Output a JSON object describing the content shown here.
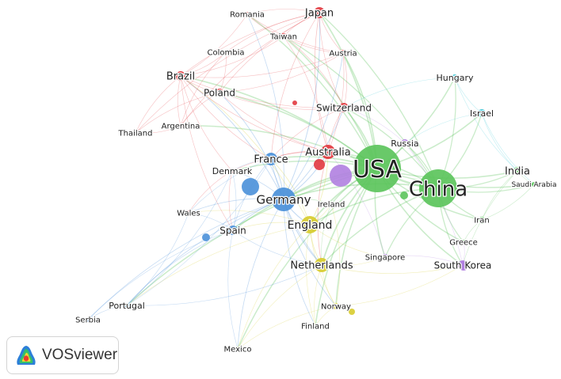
{
  "nodes": [
    {
      "label": "USA",
      "cluster": "green"
    },
    {
      "label": "China",
      "cluster": "green"
    },
    {
      "label": "India",
      "cluster": "green"
    },
    {
      "label": "Saudi Arabia",
      "cluster": "green"
    },
    {
      "label": "Iran",
      "cluster": "green"
    },
    {
      "label": "Greece",
      "cluster": "green"
    },
    {
      "label": "Ireland",
      "cluster": "green"
    },
    {
      "label": "Japan",
      "cluster": "red"
    },
    {
      "label": "Romania",
      "cluster": "red"
    },
    {
      "label": "Taiwan",
      "cluster": "red"
    },
    {
      "label": "Colombia",
      "cluster": "red"
    },
    {
      "label": "Austria",
      "cluster": "red"
    },
    {
      "label": "Brazil",
      "cluster": "red"
    },
    {
      "label": "Poland",
      "cluster": "red"
    },
    {
      "label": "Switzerland",
      "cluster": "red"
    },
    {
      "label": "Argentina",
      "cluster": "red"
    },
    {
      "label": "Thailand",
      "cluster": "red"
    },
    {
      "label": "Australia",
      "cluster": "red"
    },
    {
      "label": "Denmark",
      "cluster": "red"
    },
    {
      "label": "Wales",
      "cluster": "red"
    },
    {
      "label": "France",
      "cluster": "blue"
    },
    {
      "label": "Germany",
      "cluster": "blue"
    },
    {
      "label": "Spain",
      "cluster": "blue"
    },
    {
      "label": "Portugal",
      "cluster": "blue"
    },
    {
      "label": "Serbia",
      "cluster": "blue"
    },
    {
      "label": "England",
      "cluster": "yellow"
    },
    {
      "label": "Netherlands",
      "cluster": "yellow"
    },
    {
      "label": "Norway",
      "cluster": "yellow"
    },
    {
      "label": "Finland",
      "cluster": "yellow"
    },
    {
      "label": "Mexico",
      "cluster": "yellow"
    },
    {
      "label": "Russia",
      "cluster": "purple"
    },
    {
      "label": "Singapore",
      "cluster": "purple"
    },
    {
      "label": "South Korea",
      "cluster": "purple"
    },
    {
      "label": "Hungary",
      "cluster": "cyan"
    },
    {
      "label": "Israel",
      "cluster": "cyan"
    }
  ],
  "cluster_colors": {
    "green": "#5cc45c",
    "red": "#e2383f",
    "blue": "#4a90d9",
    "yellow": "#d8cc2e",
    "purple": "#b07fe0",
    "cyan": "#3cc8d8"
  },
  "links": [
    [
      "USA",
      "China"
    ],
    [
      "USA",
      "Germany"
    ],
    [
      "USA",
      "England"
    ],
    [
      "USA",
      "Japan"
    ],
    [
      "USA",
      "Australia"
    ],
    [
      "USA",
      "France"
    ],
    [
      "USA",
      "Netherlands"
    ],
    [
      "USA",
      "Switzerland"
    ],
    [
      "USA",
      "India"
    ],
    [
      "USA",
      "South Korea"
    ],
    [
      "USA",
      "Israel"
    ],
    [
      "USA",
      "Brazil"
    ],
    [
      "USA",
      "Spain"
    ],
    [
      "USA",
      "Hungary"
    ],
    [
      "USA",
      "Russia"
    ],
    [
      "USA",
      "Iran"
    ],
    [
      "USA",
      "Singapore"
    ],
    [
      "USA",
      "Austria"
    ],
    [
      "USA",
      "Poland"
    ],
    [
      "USA",
      "Norway"
    ],
    [
      "USA",
      "Taiwan"
    ],
    [
      "USA",
      "Saudi Arabia"
    ],
    [
      "USA",
      "Greece"
    ],
    [
      "USA",
      "Ireland"
    ],
    [
      "USA",
      "Denmark"
    ],
    [
      "USA",
      "Mexico"
    ],
    [
      "USA",
      "Finland"
    ],
    [
      "USA",
      "Portugal"
    ],
    [
      "USA",
      "Argentina"
    ],
    [
      "USA",
      "Romania"
    ],
    [
      "China",
      "India"
    ],
    [
      "China",
      "Saudi Arabia"
    ],
    [
      "China",
      "Iran"
    ],
    [
      "China",
      "Greece"
    ],
    [
      "China",
      "South Korea"
    ],
    [
      "China",
      "Israel"
    ],
    [
      "China",
      "Hungary"
    ],
    [
      "China",
      "Germany"
    ],
    [
      "China",
      "England"
    ],
    [
      "China",
      "Australia"
    ],
    [
      "China",
      "Russia"
    ],
    [
      "China",
      "Singapore"
    ],
    [
      "China",
      "Japan"
    ],
    [
      "China",
      "Netherlands"
    ],
    [
      "China",
      "Taiwan"
    ],
    [
      "China",
      "Switzerland"
    ],
    [
      "Germany",
      "France"
    ],
    [
      "Germany",
      "England"
    ],
    [
      "Germany",
      "Spain"
    ],
    [
      "Germany",
      "Netherlands"
    ],
    [
      "Germany",
      "Austria"
    ],
    [
      "Germany",
      "Switzerland"
    ],
    [
      "Germany",
      "Poland"
    ],
    [
      "Germany",
      "Brazil"
    ],
    [
      "Germany",
      "Japan"
    ],
    [
      "Germany",
      "Australia"
    ],
    [
      "Germany",
      "Denmark"
    ],
    [
      "Germany",
      "Portugal"
    ],
    [
      "Germany",
      "Norway"
    ],
    [
      "Germany",
      "Wales"
    ],
    [
      "Germany",
      "Serbia"
    ],
    [
      "Germany",
      "Finland"
    ],
    [
      "Germany",
      "Mexico"
    ],
    [
      "Germany",
      "Romania"
    ],
    [
      "England",
      "Netherlands"
    ],
    [
      "England",
      "Spain"
    ],
    [
      "England",
      "France"
    ],
    [
      "England",
      "Australia"
    ],
    [
      "England",
      "Norway"
    ],
    [
      "England",
      "Finland"
    ],
    [
      "England",
      "Mexico"
    ],
    [
      "England",
      "Ireland"
    ],
    [
      "England",
      "Wales"
    ],
    [
      "England",
      "Portugal"
    ],
    [
      "England",
      "Brazil"
    ],
    [
      "England",
      "Singapore"
    ],
    [
      "Japan",
      "Romania"
    ],
    [
      "Japan",
      "Taiwan"
    ],
    [
      "Japan",
      "Austria"
    ],
    [
      "Japan",
      "Brazil"
    ],
    [
      "Japan",
      "Poland"
    ],
    [
      "Japan",
      "Switzerland"
    ],
    [
      "Japan",
      "Australia"
    ],
    [
      "Japan",
      "Colombia"
    ],
    [
      "Japan",
      "Argentina"
    ],
    [
      "Japan",
      "Thailand"
    ],
    [
      "Japan",
      "France"
    ],
    [
      "Brazil",
      "Poland"
    ],
    [
      "Brazil",
      "Argentina"
    ],
    [
      "Brazil",
      "Thailand"
    ],
    [
      "Brazil",
      "Colombia"
    ],
    [
      "Brazil",
      "Australia"
    ],
    [
      "Brazil",
      "Switzerland"
    ],
    [
      "Brazil",
      "Romania"
    ],
    [
      "Brazil",
      "Taiwan"
    ],
    [
      "Brazil",
      "Austria"
    ],
    [
      "Brazil",
      "Denmark"
    ],
    [
      "Brazil",
      "France"
    ],
    [
      "Brazil",
      "Spain"
    ],
    [
      "Poland",
      "Switzerland"
    ],
    [
      "Poland",
      "Australia"
    ],
    [
      "Poland",
      "Austria"
    ],
    [
      "Poland",
      "Thailand"
    ],
    [
      "Poland",
      "Argentina"
    ],
    [
      "Poland",
      "Colombia"
    ],
    [
      "Switzerland",
      "Austria"
    ],
    [
      "Switzerland",
      "Australia"
    ],
    [
      "Switzerland",
      "France"
    ],
    [
      "Switzerland",
      "Taiwan"
    ],
    [
      "Australia",
      "France"
    ],
    [
      "Australia",
      "Denmark"
    ],
    [
      "Australia",
      "Taiwan"
    ],
    [
      "Australia",
      "Austria"
    ],
    [
      "Australia",
      "Netherlands"
    ],
    [
      "France",
      "Spain"
    ],
    [
      "France",
      "Denmark"
    ],
    [
      "France",
      "Netherlands"
    ],
    [
      "France",
      "Wales"
    ],
    [
      "Spain",
      "Portugal"
    ],
    [
      "Spain",
      "Serbia"
    ],
    [
      "Spain",
      "Wales"
    ],
    [
      "Spain",
      "Netherlands"
    ],
    [
      "Spain",
      "Mexico"
    ],
    [
      "Spain",
      "Denmark"
    ],
    [
      "Portugal",
      "Serbia"
    ],
    [
      "Portugal",
      "Netherlands"
    ],
    [
      "Portugal",
      "Wales"
    ],
    [
      "Portugal",
      "Denmark"
    ],
    [
      "Portugal",
      "France"
    ],
    [
      "Netherlands",
      "Norway"
    ],
    [
      "Netherlands",
      "Finland"
    ],
    [
      "Netherlands",
      "Mexico"
    ],
    [
      "Netherlands",
      "Singapore"
    ],
    [
      "Netherlands",
      "South Korea"
    ],
    [
      "Norway",
      "Finland"
    ],
    [
      "Norway",
      "Mexico"
    ],
    [
      "Norway",
      "Ireland"
    ],
    [
      "Norway",
      "South Korea"
    ],
    [
      "Hungary",
      "Israel"
    ],
    [
      "Hungary",
      "Switzerland"
    ],
    [
      "Hungary",
      "India"
    ],
    [
      "Israel",
      "India"
    ],
    [
      "Israel",
      "Russia"
    ],
    [
      "Israel",
      "Saudi Arabia"
    ],
    [
      "India",
      "Saudi Arabia"
    ],
    [
      "India",
      "Iran"
    ],
    [
      "India",
      "South Korea"
    ],
    [
      "Iran",
      "Greece"
    ],
    [
      "Iran",
      "Saudi Arabia"
    ],
    [
      "South Korea",
      "Singapore"
    ],
    [
      "South Korea",
      "Greece"
    ],
    [
      "South Korea",
      "Russia"
    ],
    [
      "Russia",
      "Switzerland"
    ],
    [
      "Denmark",
      "Wales"
    ],
    [
      "Denmark",
      "Spain"
    ],
    [
      "Thailand",
      "Argentina"
    ],
    [
      "Colombia",
      "Argentina"
    ],
    [
      "Romania",
      "Taiwan"
    ],
    [
      "Romania",
      "Austria"
    ],
    [
      "Taiwan",
      "Austria"
    ],
    [
      "Ireland",
      "Netherlands"
    ],
    [
      "Ireland",
      "Germany"
    ],
    [
      "Singapore",
      "Australia"
    ]
  ],
  "logo": {
    "text": "VOSviewer",
    "icon": "vosviewer-heatmap-icon"
  }
}
